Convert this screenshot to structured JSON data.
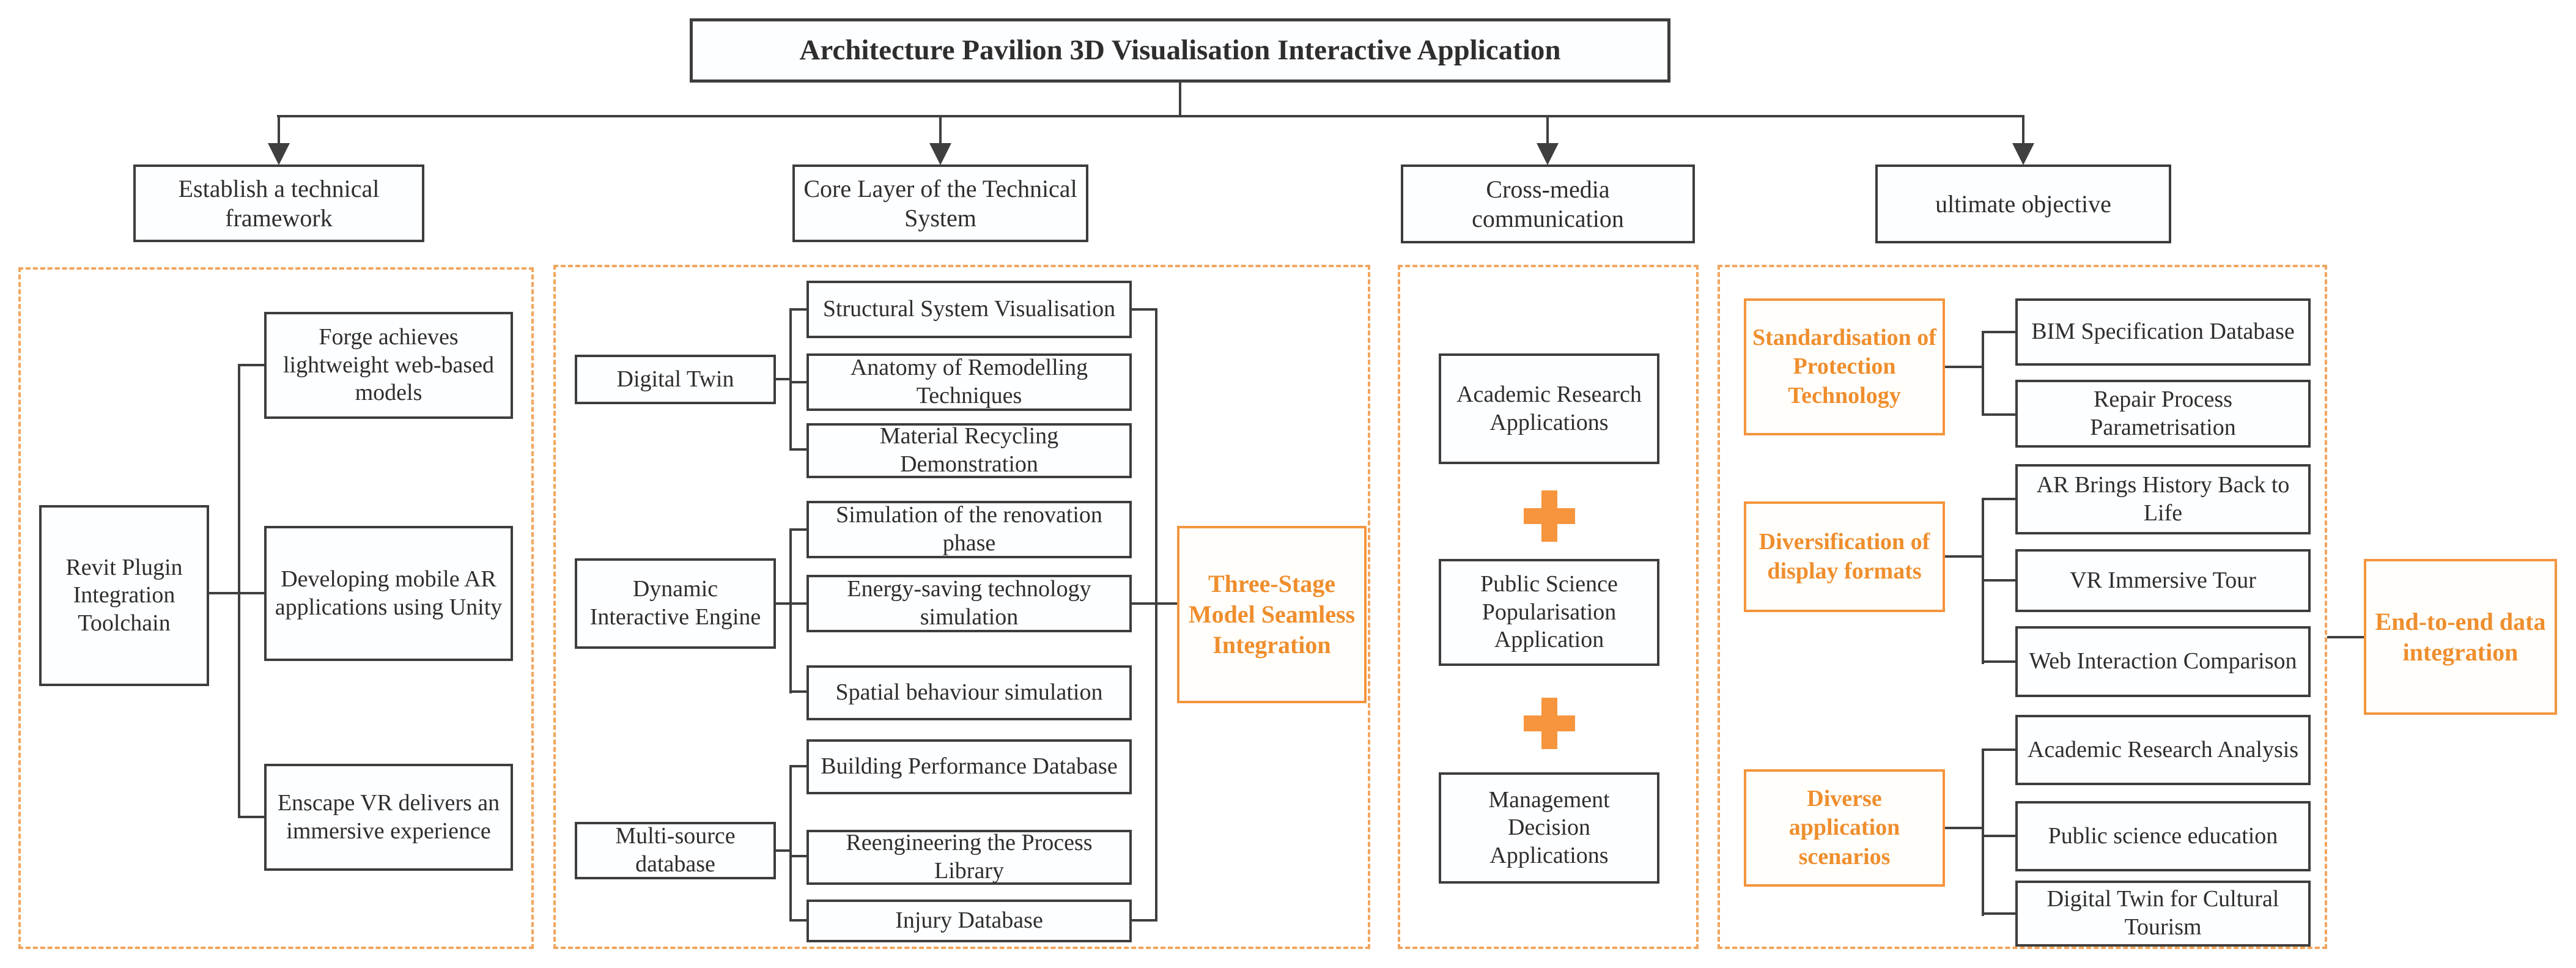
{
  "title": "Architecture Pavilion 3D Visualisation Interactive Application",
  "colors": {
    "accent_orange": "#f3953c",
    "orange_text": "#ef8e2d",
    "dashed_orange": "#f2a55e",
    "connector_dark": "#3f3f3f",
    "box_border": "#3d3d3d",
    "background": "#ffffff"
  },
  "icons": {
    "arrow_down": "arrow-down-icon",
    "plus": "plus-icon"
  },
  "branches": [
    {
      "header": "Establish a technical framework",
      "parent": "Revit Plugin Integration Toolchain",
      "children": [
        "Forge achieves lightweight web-based models",
        "Developing mobile AR applications using Unity",
        "Enscape VR delivers an immersive experience"
      ]
    },
    {
      "header": "Core Layer of the Technical System",
      "groups": [
        {
          "parent": "Digital Twin",
          "children": [
            "Structural System Visualisation",
            "Anatomy of Remodelling Techniques",
            "Material Recycling Demonstration"
          ]
        },
        {
          "parent": "Dynamic Interactive Engine",
          "children": [
            "Simulation of the renovation phase",
            "Energy-saving technology simulation",
            "Spatial behaviour simulation"
          ]
        },
        {
          "parent": "Multi-source database",
          "children": [
            "Building Performance Database",
            "Reengineering the Process Library",
            "Injury Database"
          ]
        }
      ],
      "outcome": "Three-Stage Model Seamless Integration"
    },
    {
      "header": "Cross-media communication",
      "items": [
        "Academic Research Applications",
        "Public Science Popularisation Application",
        "Management Decision Applications"
      ]
    },
    {
      "header": "ultimate objective",
      "groups": [
        {
          "parent": "Standardisation of Protection Technology",
          "children": [
            "BIM Specification Database",
            "Repair Process Parametrisation"
          ]
        },
        {
          "parent": "Diversification of display formats",
          "children": [
            "AR Brings History Back to Life",
            "VR Immersive Tour",
            "Web Interaction Comparison"
          ]
        },
        {
          "parent": "Diverse application scenarios",
          "children": [
            "Academic Research Analysis",
            "Public science education",
            "Digital Twin for Cultural Tourism"
          ]
        }
      ],
      "outcome": "End-to-end data integration"
    }
  ]
}
